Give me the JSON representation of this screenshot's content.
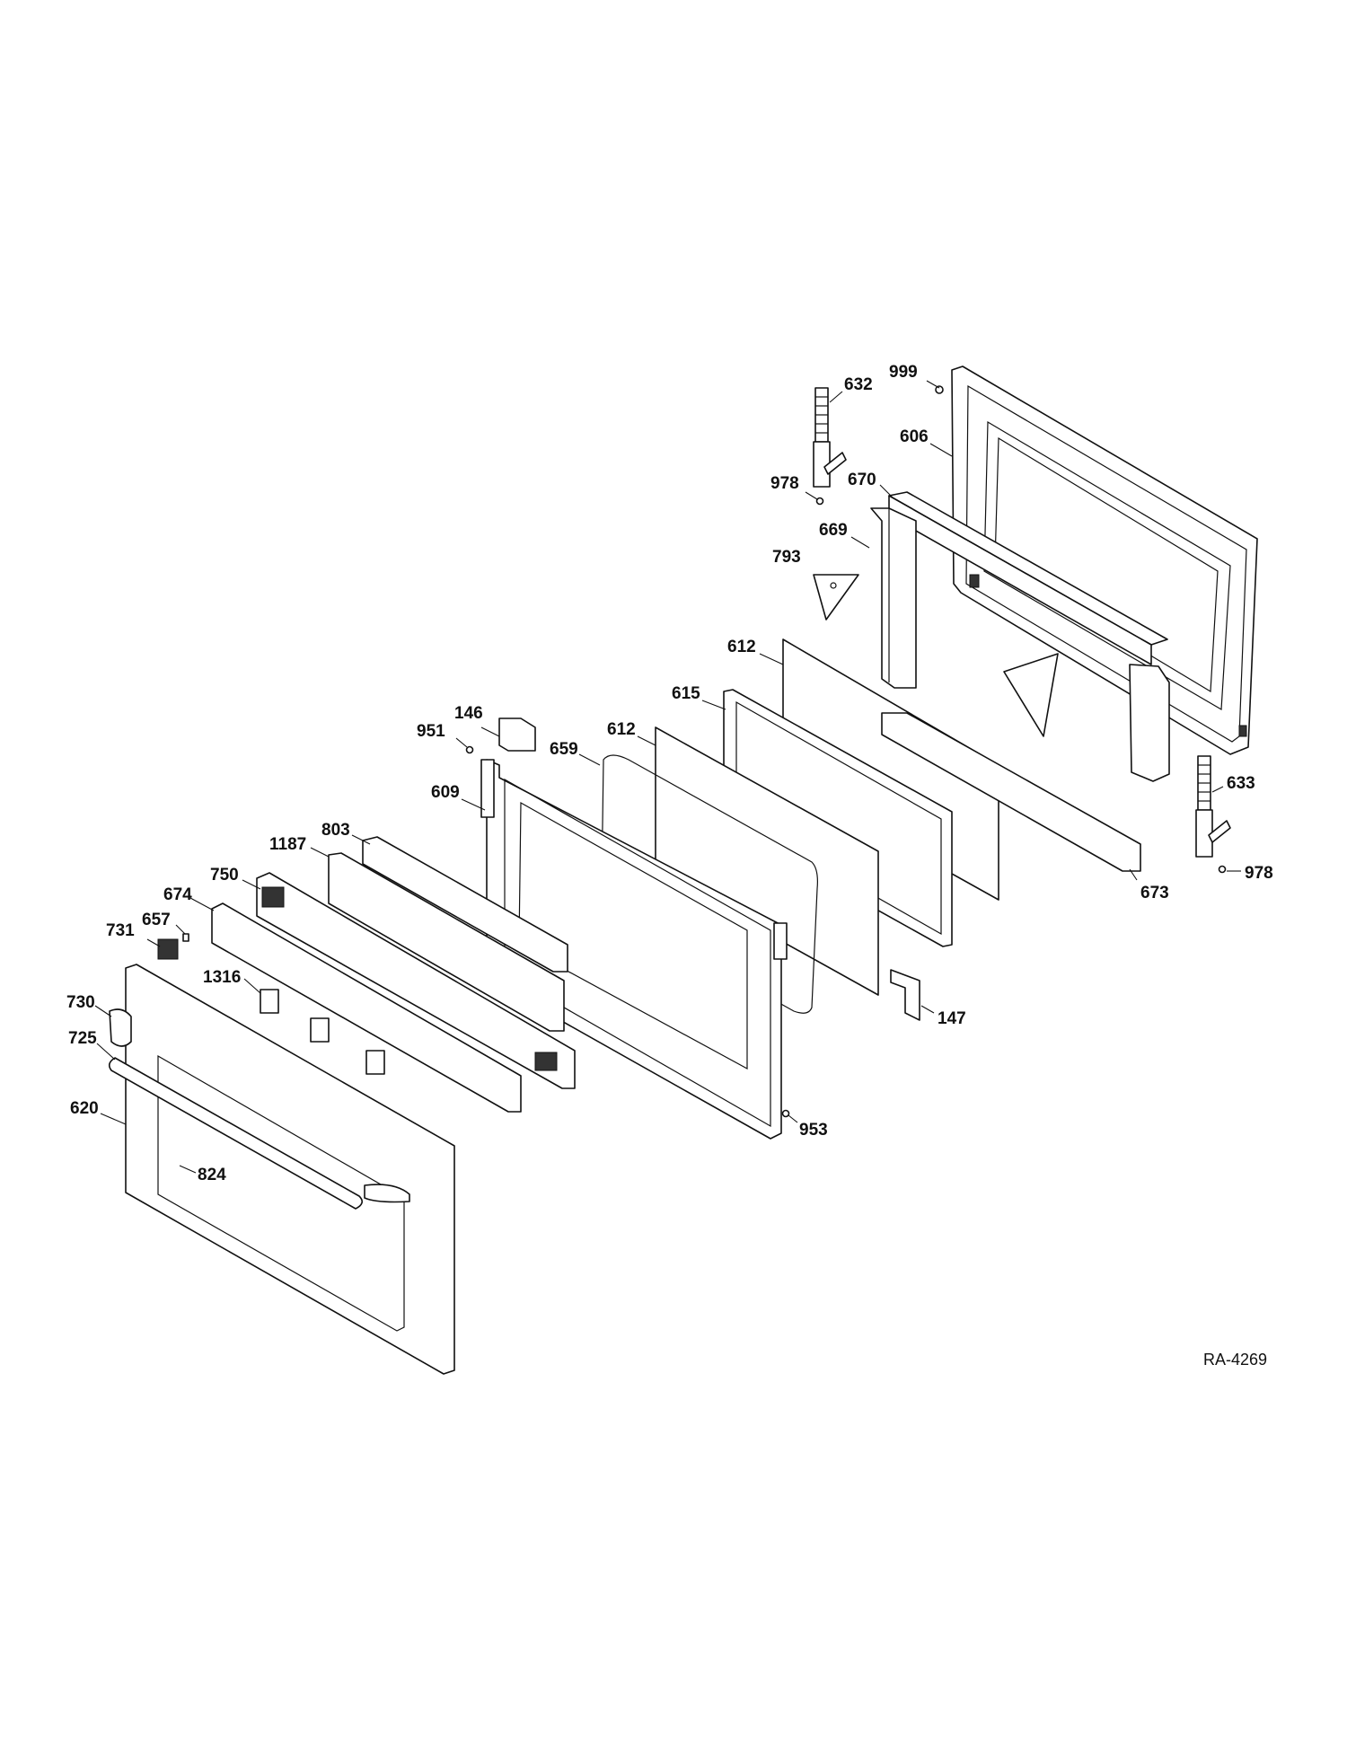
{
  "diagram": {
    "reference_code": "RA-4269",
    "callouts": [
      {
        "id": "c999",
        "label": "999"
      },
      {
        "id": "c632",
        "label": "632"
      },
      {
        "id": "c606",
        "label": "606"
      },
      {
        "id": "c978a",
        "label": "978"
      },
      {
        "id": "c670",
        "label": "670"
      },
      {
        "id": "c669",
        "label": "669"
      },
      {
        "id": "c793",
        "label": "793"
      },
      {
        "id": "c612a",
        "label": "612"
      },
      {
        "id": "c615",
        "label": "615"
      },
      {
        "id": "c146",
        "label": "146"
      },
      {
        "id": "c951",
        "label": "951"
      },
      {
        "id": "c612b",
        "label": "612"
      },
      {
        "id": "c659",
        "label": "659"
      },
      {
        "id": "c609",
        "label": "609"
      },
      {
        "id": "c803",
        "label": "803"
      },
      {
        "id": "c1187",
        "label": "1187"
      },
      {
        "id": "c750",
        "label": "750"
      },
      {
        "id": "c674",
        "label": "674"
      },
      {
        "id": "c657",
        "label": "657"
      },
      {
        "id": "c731",
        "label": "731"
      },
      {
        "id": "c1316",
        "label": "1316"
      },
      {
        "id": "c730",
        "label": "730"
      },
      {
        "id": "c725",
        "label": "725"
      },
      {
        "id": "c620",
        "label": "620"
      },
      {
        "id": "c824",
        "label": "824"
      },
      {
        "id": "c633",
        "label": "633"
      },
      {
        "id": "c673",
        "label": "673"
      },
      {
        "id": "c978b",
        "label": "978"
      },
      {
        "id": "c147",
        "label": "147"
      },
      {
        "id": "c953",
        "label": "953"
      }
    ]
  }
}
